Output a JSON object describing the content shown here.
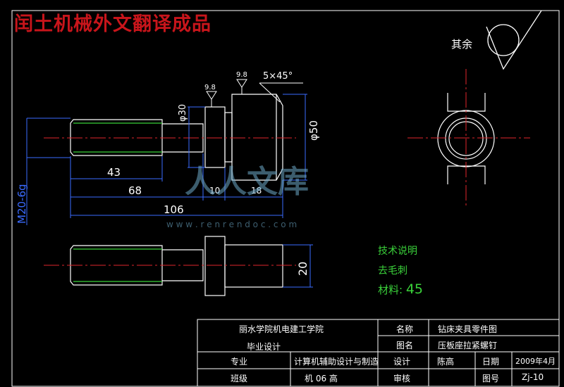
{
  "banner": {
    "text": "闰土机械外文翻译成品"
  },
  "roughness": {
    "label": "其余",
    "top_left": "9.8",
    "top_mid": "9.8",
    "chamfer": "5×45°"
  },
  "dims": {
    "d30": "φ30",
    "d50": "φ50",
    "d20": "20",
    "thread": "M20-6g",
    "l43": "43",
    "l68": "68",
    "l10": "10",
    "l18": "18",
    "l106": "106"
  },
  "notes": {
    "title": "技术说明",
    "line1": "去毛刺",
    "material_label": "材料:",
    "material_value": "45"
  },
  "title_block": {
    "school": "丽水学院机电建工学院",
    "design_type": "毕业设计",
    "name_label": "名称",
    "name_value": "钻床夹具零件图",
    "drawing_label": "图名",
    "drawing_value": "压板座拉紧螺钉",
    "major_label": "专业",
    "major_value": "计算机辅助设计与制造",
    "design_label": "设计",
    "designer": "陈高",
    "date_label": "日期",
    "date_value": "2009年4月",
    "class_label": "班级",
    "class_value": "机 06 高",
    "review_label": "审核",
    "number_label": "图号",
    "number_value": "Zj-10"
  },
  "watermark": {
    "brand": "人人文库",
    "url": "w w w . r e n r e n d o c . c o m"
  },
  "colors": {
    "line": "#ffffff",
    "center": "#e0262b",
    "dim": "#3a6bff",
    "thread": "#3ad13a",
    "banner": "#c8151b"
  }
}
